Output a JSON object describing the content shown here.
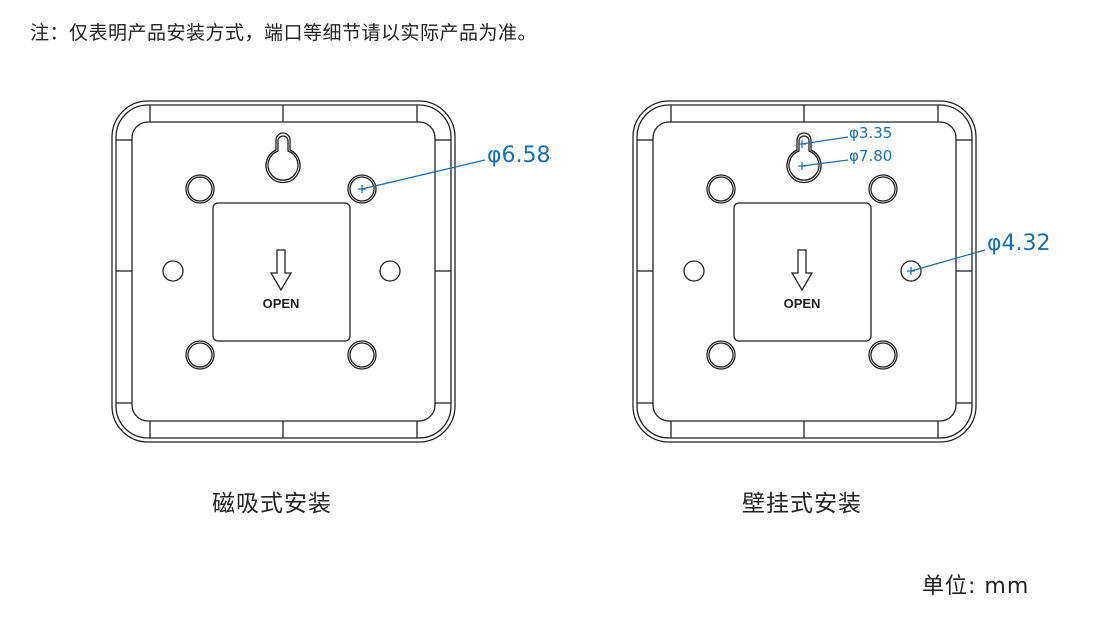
{
  "note": "注：仅表明产品安装方式，端口等细节请以实际产品为准。",
  "devices": [
    {
      "caption": "磁吸式安装",
      "open_label": "OPEN",
      "dimensions": [
        "φ6.58"
      ]
    },
    {
      "caption": "壁挂式安装",
      "open_label": "OPEN",
      "dimensions": [
        "φ3.35",
        "φ7.80",
        "φ4.32"
      ]
    }
  ],
  "unit": "单位: mm",
  "colors": {
    "dimension": "#1a6fad",
    "line": "#222222"
  }
}
